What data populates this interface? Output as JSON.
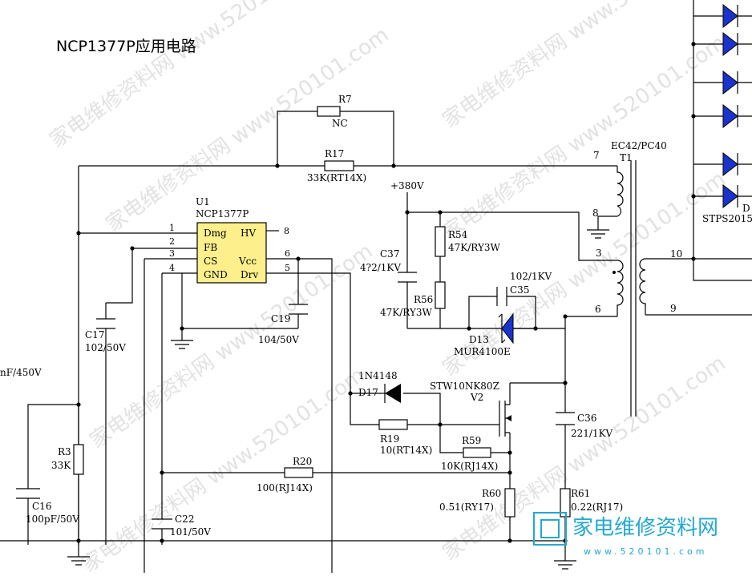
{
  "title": "NCP1377P应用电路",
  "ic": {
    "ref": "U1",
    "part": "NCP1377P",
    "pins_left": [
      "Dmg",
      "FB",
      "CS",
      "GND"
    ],
    "pins_right": [
      "HV",
      "Vcc",
      "Drv"
    ],
    "pin_numbers": [
      "1",
      "2",
      "3",
      "4",
      "8",
      "6",
      "5"
    ]
  },
  "labels": {
    "r7": "R7",
    "r7_val": "NC",
    "r17": "R17",
    "r17_val": "33K(RT14X)",
    "r3": "R3",
    "r3_val": "33K",
    "r20": "R20",
    "r20_val": "100(RJ14X)",
    "r19": "R19",
    "r19_val": "10(RT14X)",
    "r59": "R59",
    "r59_val": "10K(RJ14X)",
    "r60": "R60",
    "r60_val": "0.51(RY17)",
    "r61": "R61",
    "r61_val": "0.22(RJ17)",
    "r54": "R54",
    "r54_val": "47K/RY3W",
    "r56": "R56",
    "r56_val": "47K/RY3W",
    "c17": "C17",
    "c17_val": "102/50V",
    "c16": "C16",
    "c16_val": "100pF/50V",
    "c19": "C19",
    "c19_val": "104/50V",
    "c22": "C22",
    "c22_val": "101/50V",
    "c37": "C37",
    "c37_val": "4?2/1KV",
    "c35": "C35",
    "c35_val": "102/1KV",
    "c36": "C36",
    "c36_val": "221/1KV",
    "d13": "D13",
    "d13_val": "MUR4100E",
    "d17": "D17",
    "d17_val": "1N4148",
    "v2": "V2",
    "v2_val": "STW10NK80Z",
    "v380": "+380V",
    "t1": "T1",
    "t1_val": "EC42/PC40",
    "tp7": "7",
    "tp8": "8",
    "tp3": "3",
    "tp6": "6",
    "tp10": "10",
    "tp9": "9",
    "dout": "D",
    "dout_val": "STPS2015",
    "cap_left_val": "nF/450V"
  },
  "watermark": {
    "repeat_text": "家电维修资料网 www.520101.com",
    "logo_text": "家电维修资料网",
    "logo_url": "www.520101.com",
    "logo_color": "#23a9cf"
  },
  "colors": {
    "ic_fill": "#fcef8c",
    "diode_blue": "#1a33cc"
  }
}
